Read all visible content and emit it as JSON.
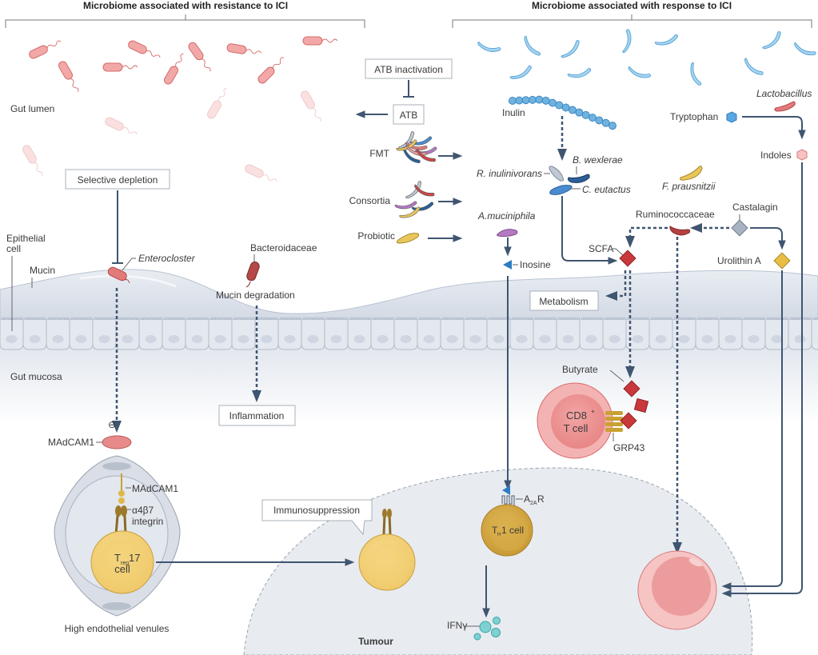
{
  "headers": {
    "resistance": "Microbiome associated with resistance to ICI",
    "response": "Microbiome associated with response to ICI"
  },
  "regions": {
    "gut_lumen": "Gut lumen",
    "epithelial_cell_1": "Epithelial",
    "epithelial_cell_2": "cell",
    "mucin": "Mucin",
    "gut_mucosa": "Gut mucosa",
    "tumour": "Tumour",
    "hev": "High endothelial venules"
  },
  "boxes": {
    "atb_inactivation": "ATB inactivation",
    "atb": "ATB",
    "selective_depletion": "Selective depletion",
    "inflammation": "Inflammation",
    "metabolism": "Metabolism",
    "immunosuppression": "Immunosuppression"
  },
  "interventions": {
    "fmt": "FMT",
    "consortia": "Consortia",
    "probiotic": "Probiotic"
  },
  "bacteria": {
    "enterocloster": "Enterocloster",
    "bacteroidaceae": "Bacteroidaceae",
    "r_inulinivorans": "R. inulinivorans",
    "b_wexlerae": "B. wexlerae",
    "c_eutactus": "C. eutactus",
    "f_prausnitzii": "F. prausnitzii",
    "a_muciniphila": "A.muciniphila",
    "ruminococcaceae": "Ruminococcaceae",
    "lactobacillus": "Lactobacillus"
  },
  "molecules": {
    "inulin": "Inulin",
    "tryptophan": "Tryptophan",
    "indoles": "Indoles",
    "castalagin": "Castalagin",
    "urolithin_a": "Urolithin A",
    "scfa": "SCFA",
    "inosine": "Inosine",
    "butyrate": "Butyrate",
    "ifng": "IFNγ"
  },
  "processes": {
    "mucin_degradation": "Mucin degradation"
  },
  "receptors": {
    "madcam1_outer": "MAdCAM1",
    "madcam1_inner": "MAdCAM1",
    "integrin_1": "α4β7",
    "integrin_2": "integrin",
    "grp43": "GRP43",
    "a2ar_main": "A",
    "a2ar_sub": "2A",
    "a2ar_end": "R",
    "minus_sign": "⊖"
  },
  "cells": {
    "treg_main": "T",
    "treg_sub": "reg",
    "treg_num": "17",
    "treg_cell": "cell",
    "th1_main": "T",
    "th1_sub": "H",
    "th1_rest": "1 cell",
    "cd8_main": "CD8",
    "cd8_sup": "+",
    "cd8_cell": "T cell"
  },
  "colors": {
    "pathogen_red": "#e98a8a",
    "commensal_blue": "#a9d6f0",
    "arrow": "#3f5570",
    "mucosa": "#dfe4ec",
    "tumour": "#e8ebf0",
    "scfa_red": "#c9383a",
    "yellow_cell": "#f3d27a"
  }
}
